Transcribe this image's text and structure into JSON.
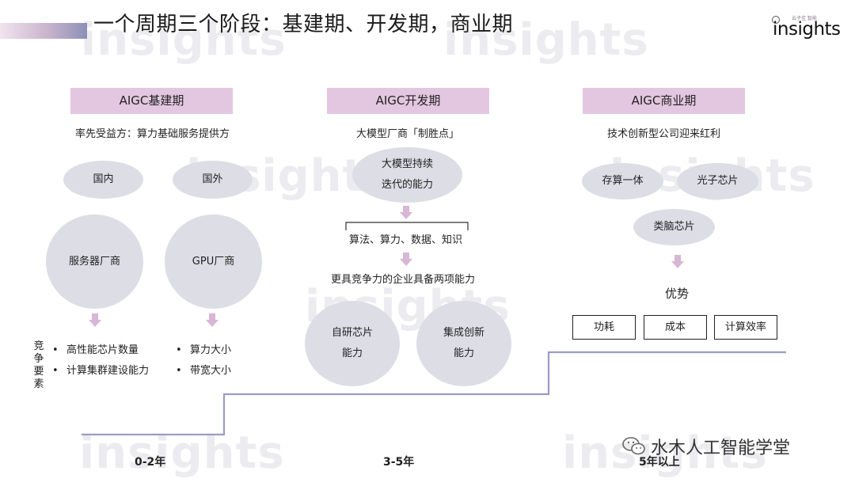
{
  "title": "一个周期三个阶段：基建期、开发期，商业期",
  "logo": {
    "wordmark": "insights",
    "tagline": "云子佳 智能"
  },
  "watermark_text": "insights",
  "phases": [
    {
      "header": "AIGC基建期",
      "subtitle": "率先受益方：算力基础服务提供方",
      "small_nodes": [
        "国内",
        "国外"
      ],
      "large_nodes": [
        "服务器厂商",
        "GPU厂商"
      ],
      "side_label": "竞争要素",
      "left_bullets": [
        "高性能芯片数量",
        "计算集群建设能力"
      ],
      "right_bullets": [
        "算力大小",
        "带宽大小"
      ],
      "year": "0-2年"
    },
    {
      "header": "AIGC开发期",
      "subtitle": "大模型厂商「制胜点」",
      "top_node": [
        "大模型持续",
        "迭代的能力"
      ],
      "factors": "算法、算力、数据、知识",
      "summary": "更具竞争力的企业具备两项能力",
      "bottom_nodes": [
        [
          "自研芯片",
          "能力"
        ],
        [
          "集成创新",
          "能力"
        ]
      ],
      "year": "3-5年"
    },
    {
      "header": "AIGC商业期",
      "subtitle": "技术创新型公司迎来红利",
      "nodes": [
        "存算一体",
        "光子芯片",
        "类脑芯片"
      ],
      "advantage_label": "优势",
      "advantages": [
        "功耗",
        "成本",
        "计算效率"
      ],
      "year": "5年以上"
    }
  ],
  "bullet_symbol": "•",
  "wechat_source": "水木人工智能学堂",
  "colors": {
    "header_fill": "#e3c7e0",
    "ellipse_fill": "#dcdde5",
    "arrow": "#d8b6d5",
    "stair_line": "#9a9cc6"
  }
}
